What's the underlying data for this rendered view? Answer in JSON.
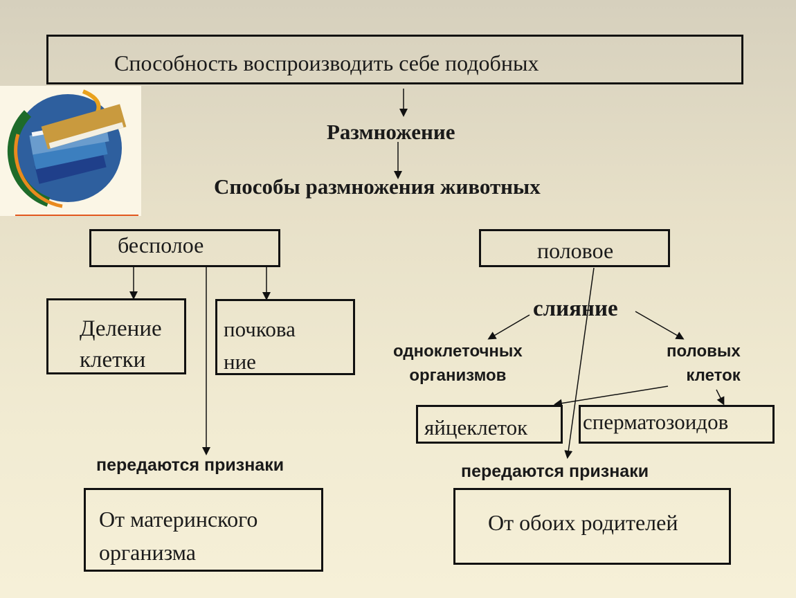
{
  "top_box": {
    "text": "Способность воспроизводить себе подобных"
  },
  "reproduction": {
    "text": "Размножение"
  },
  "methods": {
    "text": "Способы размножения животных"
  },
  "asexual": {
    "label": "бесполое",
    "division": [
      "Деление",
      "клетки"
    ],
    "budding": [
      "почкова",
      "ние"
    ],
    "transmitted": "передаются признаки",
    "result": [
      "От материнского",
      "организма"
    ]
  },
  "sexual": {
    "label": "половое",
    "fusion": "слияние",
    "unicellular": [
      "одноклеточных",
      "организмов"
    ],
    "germ_cells": [
      "половых",
      "клеток"
    ],
    "eggs": "яйцеклеток",
    "sperm": "сперматозоидов",
    "transmitted": "передаются признаки",
    "result": "От обоих родителей"
  },
  "icons": {
    "logo": "books-stack-icon"
  }
}
